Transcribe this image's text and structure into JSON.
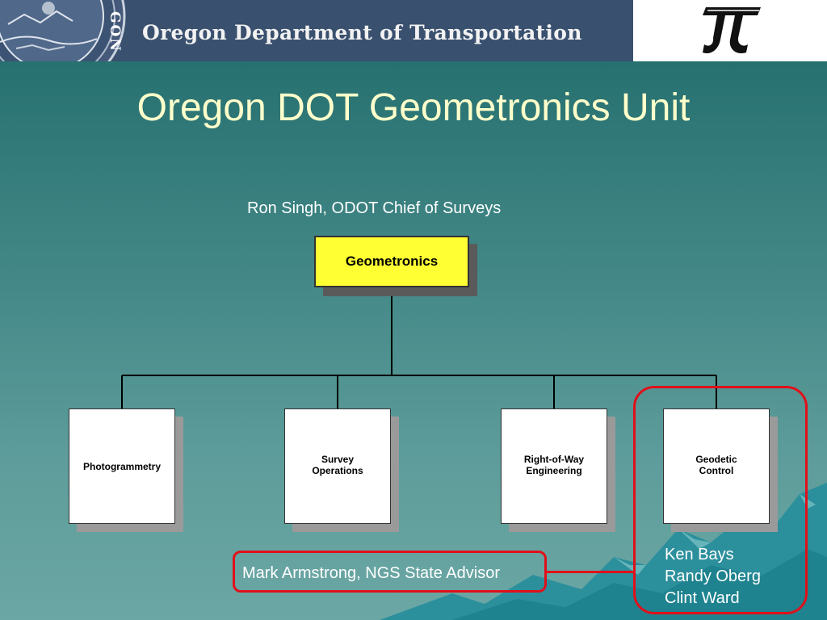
{
  "banner": {
    "agency_name": "Oregon Department of Transportation",
    "seal_text": "GON",
    "colors": {
      "background": "#3a506f",
      "text": "#f2f2f2",
      "logo_background": "#ffffff"
    },
    "logo_icon": "odot-logo-icon",
    "seal_icon": "oregon-state-seal-icon"
  },
  "slide": {
    "title": "Oregon DOT Geometronics Unit",
    "title_color": "#ffffcc",
    "chief": "Ron Singh, ODOT Chief of Surveys"
  },
  "org_chart": {
    "root": {
      "label": "Geometronics",
      "fill": "#ffff33"
    },
    "children": [
      {
        "lines": [
          "Photogrammetry"
        ]
      },
      {
        "lines": [
          "Survey",
          "Operations"
        ]
      },
      {
        "lines": [
          "Right-of-Way",
          "Engineering"
        ]
      },
      {
        "lines": [
          "Geodetic",
          "Control"
        ]
      }
    ]
  },
  "annotations": {
    "advisor": "Mark Armstrong, NGS State Advisor",
    "geodetic_staff": [
      "Ken Bays",
      "Randy Oberg",
      "Clint Ward"
    ],
    "highlight_color": "#e0101a"
  }
}
